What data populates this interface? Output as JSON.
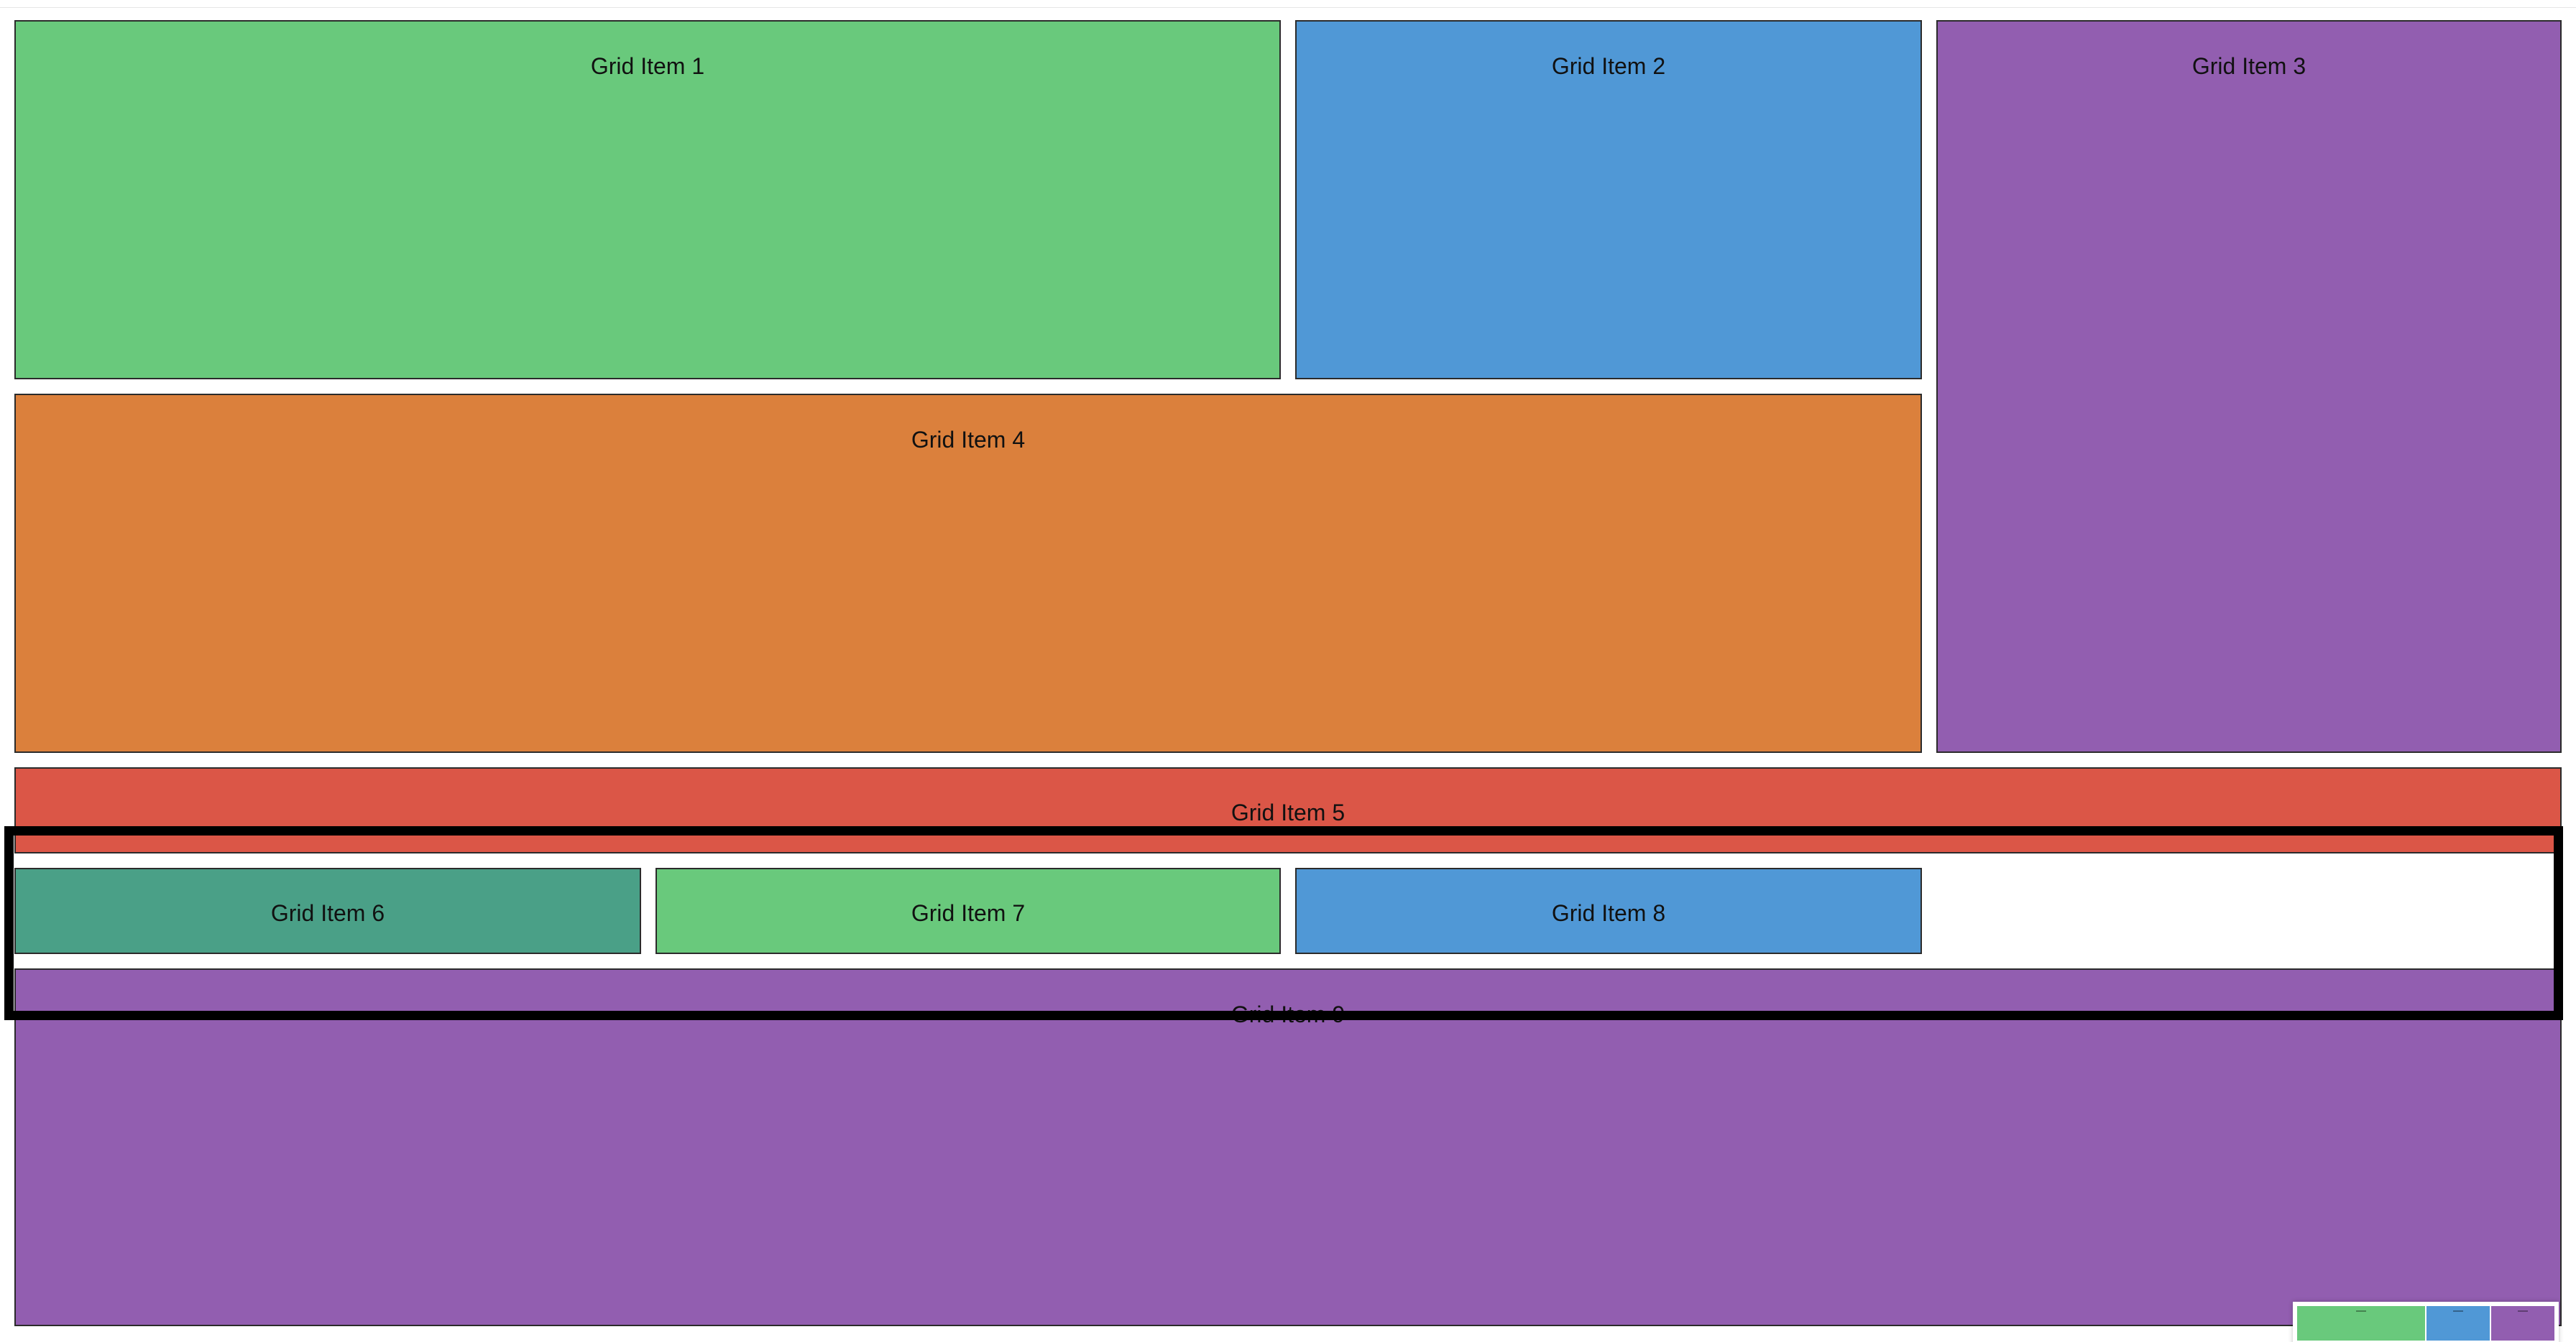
{
  "page": {
    "background": "#ffffff"
  },
  "grid": {
    "items": [
      {
        "id": 1,
        "label": "Grid Item 1",
        "color": "#69c97c"
      },
      {
        "id": 2,
        "label": "Grid Item 2",
        "color": "#5098d6"
      },
      {
        "id": 3,
        "label": "Grid Item 3",
        "color": "#925eb0"
      },
      {
        "id": 4,
        "label": "Grid Item 4",
        "color": "#db803c"
      },
      {
        "id": 5,
        "label": "Grid Item 5",
        "color": "#db5647"
      },
      {
        "id": 6,
        "label": "Grid Item 6",
        "color": "#4aa087"
      },
      {
        "id": 7,
        "label": "Grid Item 7",
        "color": "#69c97c"
      },
      {
        "id": 8,
        "label": "Grid Item 8",
        "color": "#5098d6"
      },
      {
        "id": 9,
        "label": "Grid Item 9",
        "color": "#925eb0"
      }
    ]
  },
  "minimap": {
    "cells": [
      {
        "color": "#69c97c"
      },
      {
        "color": "#5098d6"
      },
      {
        "color": "#925eb0"
      }
    ]
  }
}
